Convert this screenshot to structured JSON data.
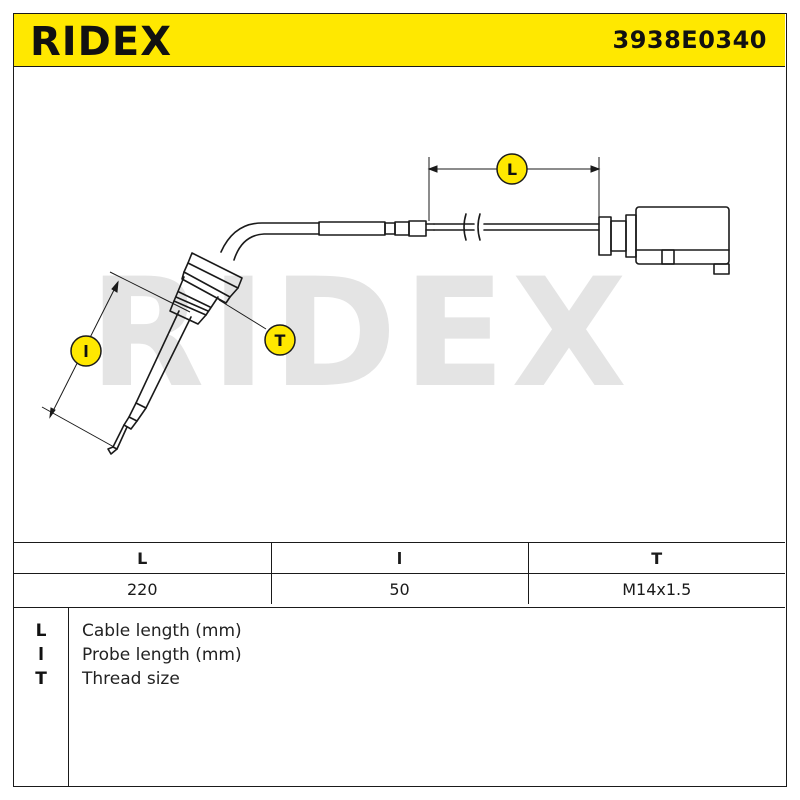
{
  "header": {
    "brand": "RIDEX",
    "part_number": "3938E0340"
  },
  "drawing": {
    "callout_L": "L",
    "callout_l": "l",
    "callout_T": "T",
    "watermark": "RIDEX"
  },
  "dimensions": {
    "columns": [
      "L",
      "l",
      "T"
    ],
    "values": [
      "220",
      "50",
      "M14x1.5"
    ]
  },
  "legend": [
    {
      "key": "L",
      "text": "Cable length (mm)"
    },
    {
      "key": "l",
      "text": "Probe length (mm)"
    },
    {
      "key": "T",
      "text": "Thread size"
    }
  ],
  "colors": {
    "header_bg": "#ffe800",
    "callout_bg": "#ffe800",
    "line": "#1a1a1a",
    "watermark": "#e2e2e2"
  }
}
